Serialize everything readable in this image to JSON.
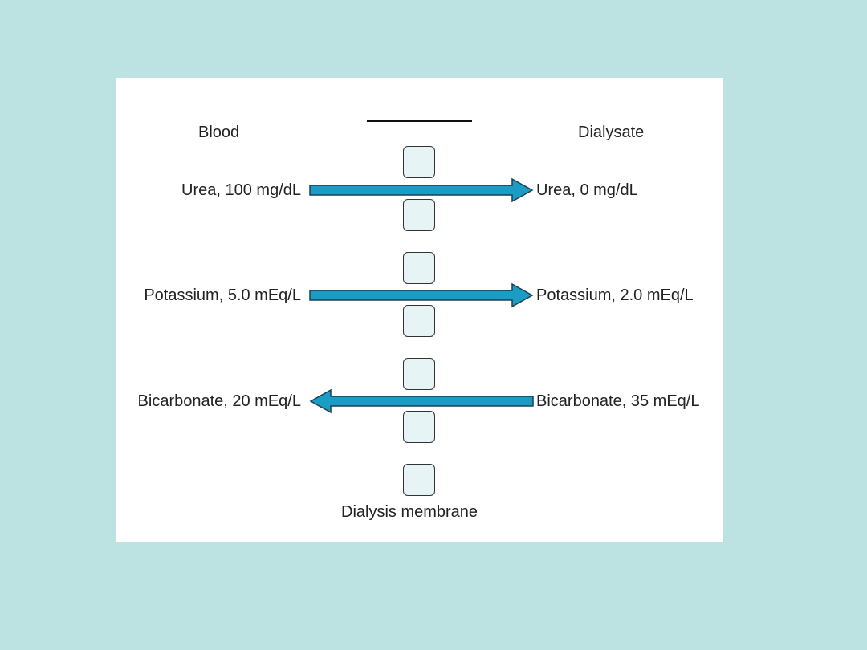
{
  "headers": {
    "blood": "Blood",
    "dialysate": "Dialysate"
  },
  "rows": [
    {
      "blood": "Urea, 100 mg/dL",
      "dialysate": "Urea, 0 mg/dL",
      "direction": "right"
    },
    {
      "blood": "Potassium, 5.0 mEq/L",
      "dialysate": "Potassium, 2.0 mEq/L",
      "direction": "right"
    },
    {
      "blood": "Bicarbonate, 20 mEq/L",
      "dialysate": "Bicarbonate, 35 mEq/L",
      "direction": "left"
    }
  ],
  "membrane_label": "Dialysis membrane",
  "colors": {
    "arrow": "#1a9cc4",
    "background": "#bce2e2",
    "pore": "#e6f4f6"
  }
}
